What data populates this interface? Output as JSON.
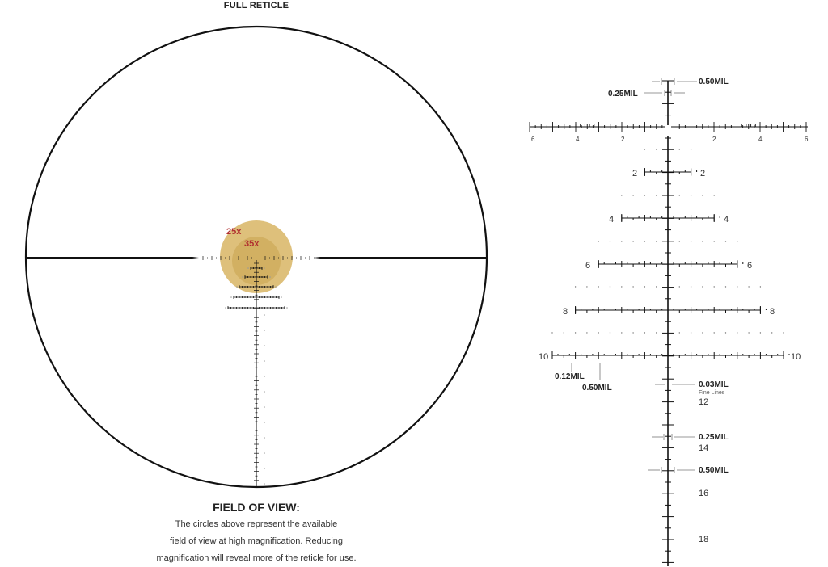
{
  "header": {
    "title": "FULL RETICLE"
  },
  "full_reticle": {
    "magnification_labels": [
      "25x",
      "35x"
    ],
    "fov_circle_color": "#d8b564",
    "fov_inner_circle_color": "#cfa853",
    "mag_label_color": "#b03030"
  },
  "field_of_view": {
    "title": "FIELD OF VIEW:",
    "lines": [
      "The circles above represent the available",
      "field of view at high magnification. Reducing",
      "magnification will reveal more of the reticle for use."
    ]
  },
  "detail": {
    "horizontal_scale_labels": [
      "6",
      "4",
      "2",
      "2",
      "4",
      "6"
    ],
    "tree_row_labels": [
      "2",
      "4",
      "6",
      "8",
      "10"
    ],
    "lower_labels": [
      "12",
      "14",
      "16",
      "18"
    ],
    "annotations": {
      "top_050": "0.50MIL",
      "top_025": "0.25MIL",
      "row10_012": "0.12MIL",
      "row10_050": "0.50MIL",
      "fine_003": "0.03MIL",
      "fine_lines": "Fine Lines",
      "stem_025": "0.25MIL",
      "stem_050": "0.50MIL"
    }
  }
}
